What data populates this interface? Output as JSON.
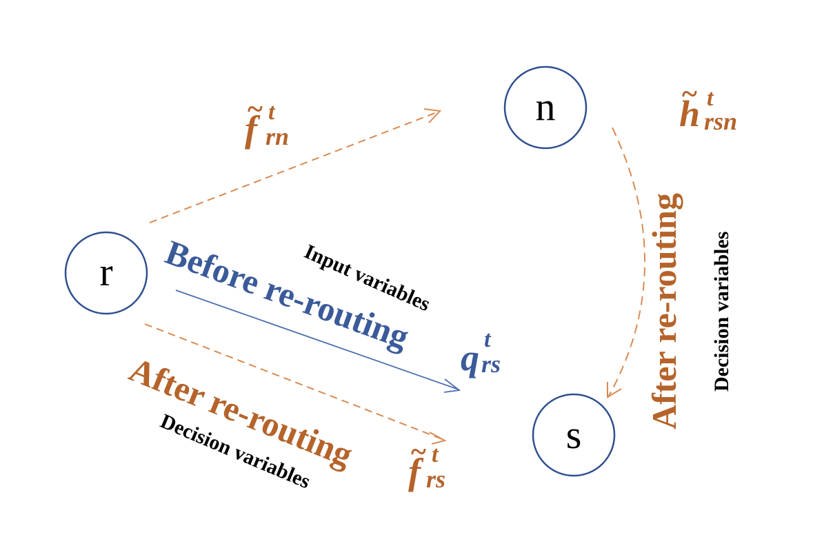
{
  "colors": {
    "node_stroke": "#2f4f8f",
    "after_color": "#b5632a",
    "before_color": "#3a5a9a",
    "black": "#000000"
  },
  "nodes": {
    "r": "r",
    "n": "n",
    "s": "s"
  },
  "labels": {
    "before_rerouting": "Before re-routing",
    "input_variables": "Input variables",
    "after_rerouting_bottom": "After re-routing",
    "decision_variables_bottom": "Decision variables",
    "after_rerouting_right": "After re-routing",
    "decision_variables_right": "Decision variables"
  },
  "math": {
    "f_rn": {
      "tilde": "~",
      "base": "f",
      "sup": "t",
      "sub": "rn"
    },
    "h_rsn": {
      "tilde": "~",
      "base": "h",
      "sup": "t",
      "sub": "rsn"
    },
    "q_rs": {
      "base": "q",
      "sup": "t",
      "sub": "rs"
    },
    "f_rs": {
      "tilde": "~",
      "base": "f",
      "sup": "t",
      "sub": "rs"
    }
  }
}
